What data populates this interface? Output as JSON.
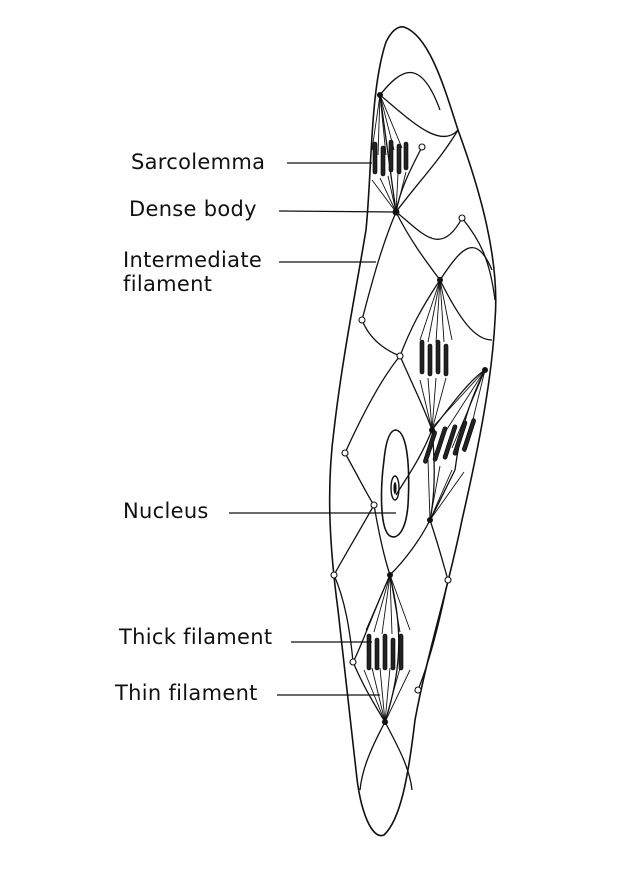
{
  "labels": {
    "sarcolemma": "Sarcolemma",
    "dense_body": "Dense body",
    "intermediate_line1": "Intermediate",
    "intermediate_line2": "filament",
    "nucleus": "Nucleus",
    "thick_filament": "Thick filament",
    "thin_filament": "Thin filament"
  },
  "colors": {
    "ink": "#111111",
    "background": "#ffffff"
  }
}
